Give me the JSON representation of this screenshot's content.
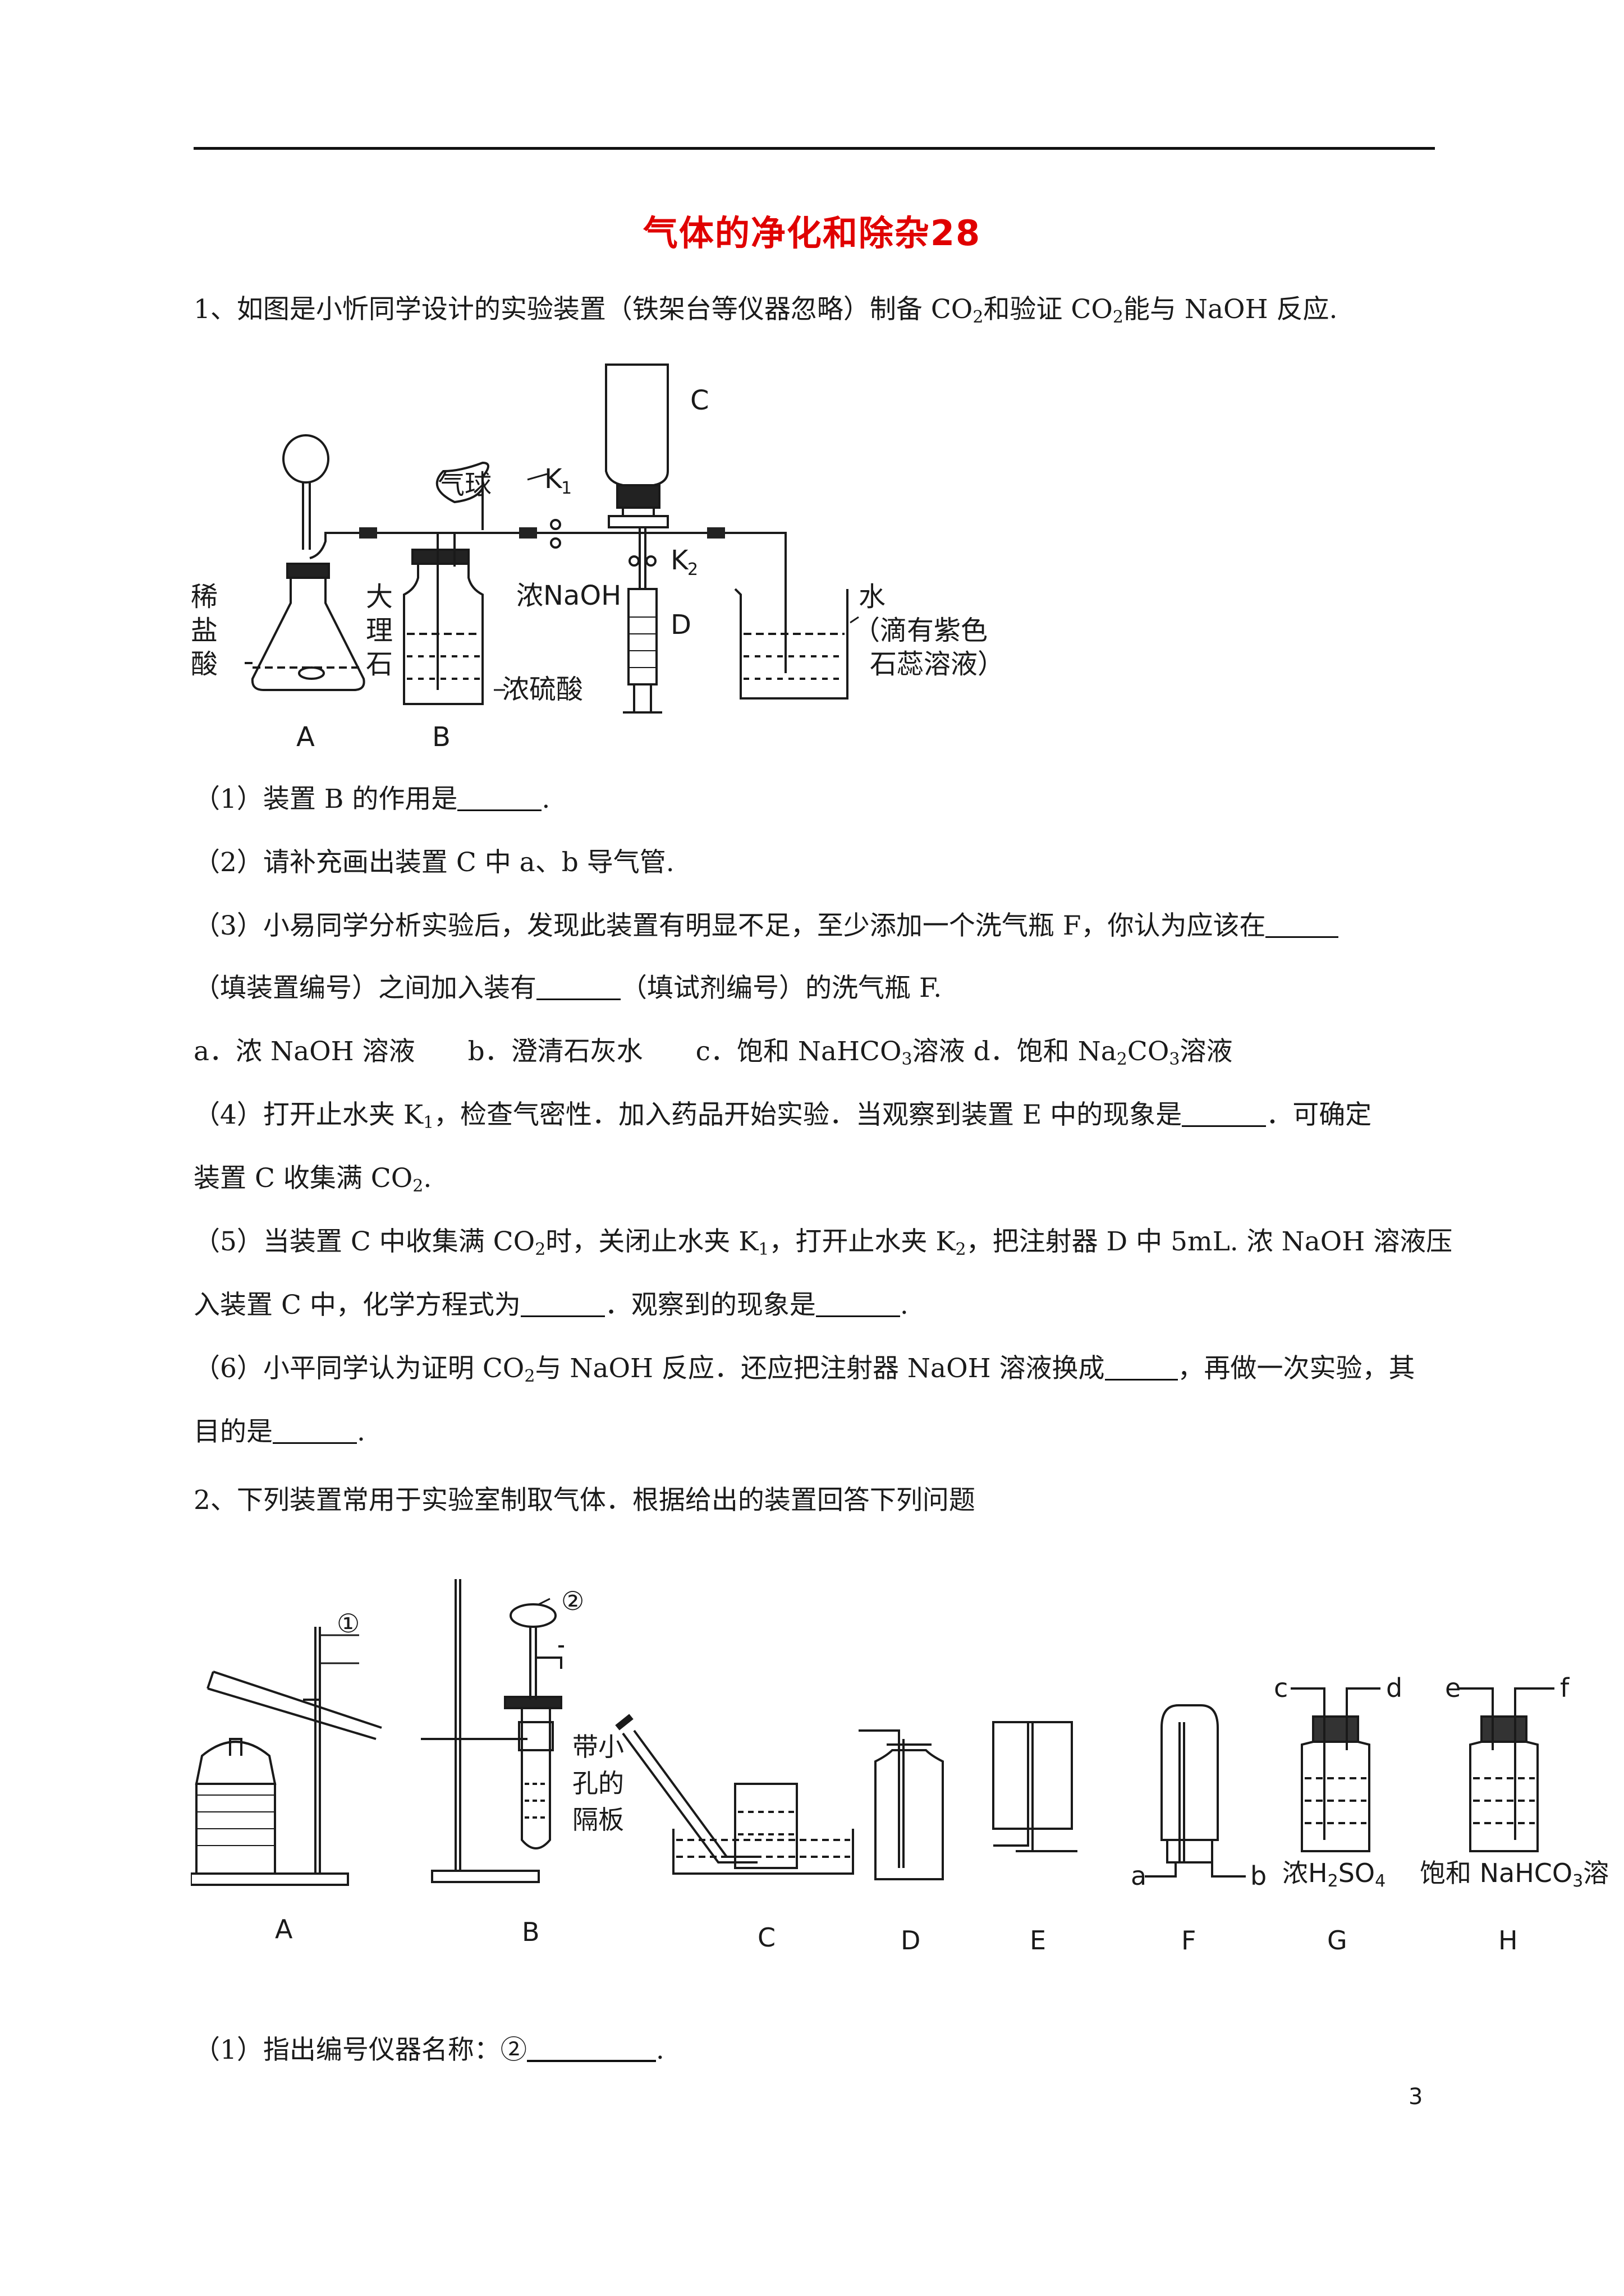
{
  "title": "气体的净化和除杂28",
  "q1": {
    "stem_pre": "1、如图是小忻同学设计的实验装置（铁架台等仪器忽略）制备 CO",
    "stem_mid": "和验证 CO",
    "stem_post": "能与 NaOH 反应.",
    "fig": {
      "labels": {
        "C": "C",
        "balloon": "气球",
        "K": "K",
        "K1sub": "1",
        "K2sub": "2",
        "acid1": "稀",
        "acid2": "盐",
        "acid3": "酸",
        "marble1": "大",
        "marble2": "理",
        "marble3": "石",
        "naoh": "浓NaOH",
        "D": "D",
        "h2so4": "浓硫酸",
        "water1": "水",
        "water2": "（滴有紫色",
        "water3": "石蕊溶液）",
        "A": "A",
        "B": "B"
      }
    },
    "s1": "（1）装置 B 的作用是",
    "s2": "（2）请补充画出装置 C 中 a、b 导气管.",
    "s3a": "（3）小易同学分析实验后，发现此装置有明显不足，至少添加一个洗气瓶 F，你认为应该在",
    "s3b_pre": "（填装置编号）之间加入装有",
    "s3b_post": "（填试剂编号）的洗气瓶 F.",
    "opts": "a．浓 NaOH 溶液　　b．澄清石灰水　　c．饱和 NaHCO",
    "opts_mid": "溶液 d．饱和 Na",
    "opts_mid2": "CO",
    "opts_end": "溶液",
    "s4a_pre": "（4）打开止水夹 K",
    "s4a_post": "，检查气密性．加入药品开始实验．当观察到装置 E 中的现象是",
    "s4a_end": "．可确定",
    "s4b_pre": "装置 C 收集满 CO",
    "s4b_end": ".",
    "s5a_pre": "（5）当装置 C 中收集满 CO",
    "s5a_mid": "时，关闭止水夹 K",
    "s5a_mid2": "，打开止水夹 K",
    "s5a_post": "，把注射器 D 中 5mL. 浓 NaOH 溶液压",
    "s5b_pre": "入装置 C 中，化学方程式为",
    "s5b_mid": "．观察到的现象是",
    "s5b_end": ".",
    "s6a_pre": "（6）小平同学认为证明 CO",
    "s6a_post": "与 NaOH 反应．还应把注射器 NaOH 溶液换成",
    "s6a_end": "，再做一次实验，其",
    "s6b_pre": "目的是",
    "s6b_end": "."
  },
  "q2": {
    "stem": "2、下列装置常用于实验室制取气体．根据给出的装置回答下列问题",
    "fig": {
      "labels": {
        "n1": "①",
        "n2": "②",
        "plate1": "带小",
        "plate2": "孔的",
        "plate3": "隔板",
        "c": "c",
        "d": "d",
        "e": "e",
        "f": "f",
        "a": "a",
        "b": "b",
        "G_reagent": "浓H",
        "G_sub1": "2",
        "G_so": "SO",
        "G_sub2": "4",
        "H_reagent": "饱和 NaHCO",
        "H_sub": "3",
        "H_tail": "溶",
        "A": "A",
        "B": "B",
        "C": "C",
        "D": "D",
        "E": "E",
        "F": "F",
        "G": "G",
        "H": "H"
      }
    },
    "s1_pre": "（1）指出编号仪器名称：②",
    "s1_end": "."
  },
  "sub": {
    "two": "2",
    "three": "3",
    "one": "1"
  },
  "page_number": "3"
}
